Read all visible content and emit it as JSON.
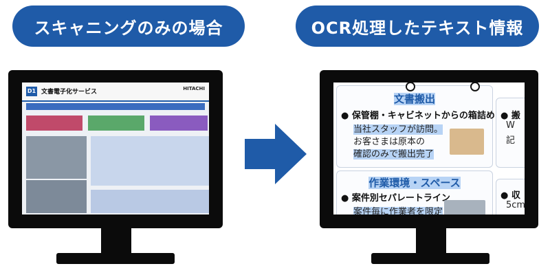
{
  "labels": {
    "left_title": "スキャニングのみの場合",
    "right_title": "OCR処理したテキスト情報"
  },
  "left_screen": {
    "doc_number": "D1",
    "doc_title": "文書電子化サービス",
    "logo_text": "HITACHI"
  },
  "right_screen": {
    "panel1_heading": "文書搬出",
    "panel1_bullet": "● 保管棚・キャビネットからの箱詰め",
    "panel1_line1": "当社スタッフが訪問。",
    "panel1_line2": "お客さまは原本の",
    "panel1_line3": "確認のみで搬出完了",
    "panel2_heading": "作業環境・スペース",
    "panel2_bullet": "● 案件別セパレートライン",
    "panel2_line1": "案件毎に作業者を限定",
    "panel3_bullet": "● 搬",
    "panel3_line1": "W",
    "panel3_line2": "記",
    "panel4_bullet": "● 収",
    "panel4_line1": "5cm"
  },
  "colors": {
    "accent": "#1f5ba8",
    "highlight": "#b7d3f5",
    "monitor": "#0b0b0b"
  }
}
